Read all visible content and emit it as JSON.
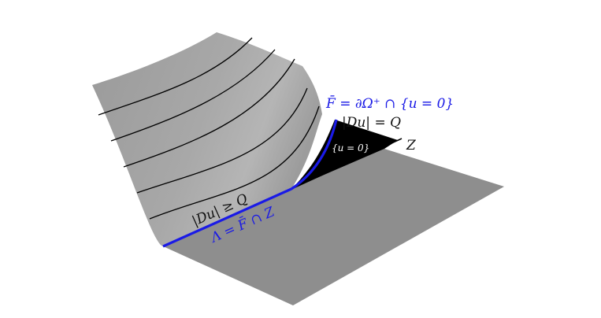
{
  "labels": {
    "free_boundary": "F̄ = ∂Ω⁺ ∩ {u = 0}",
    "gradient_eq": "|Du| = Q",
    "zero_set": "{u = 0}",
    "z_line": "Z",
    "gradient_ge": "|Du| ≥ Q",
    "lambda": "Λ = F̄ ∩ Z"
  },
  "colors": {
    "surface_light": "#b4b4b4",
    "surface_dark": "#8f8f8f",
    "floor": "#8e8e8e",
    "zero_region": "#000000",
    "free_boundary": "#1a1ae6",
    "level_curves": "#000000"
  }
}
